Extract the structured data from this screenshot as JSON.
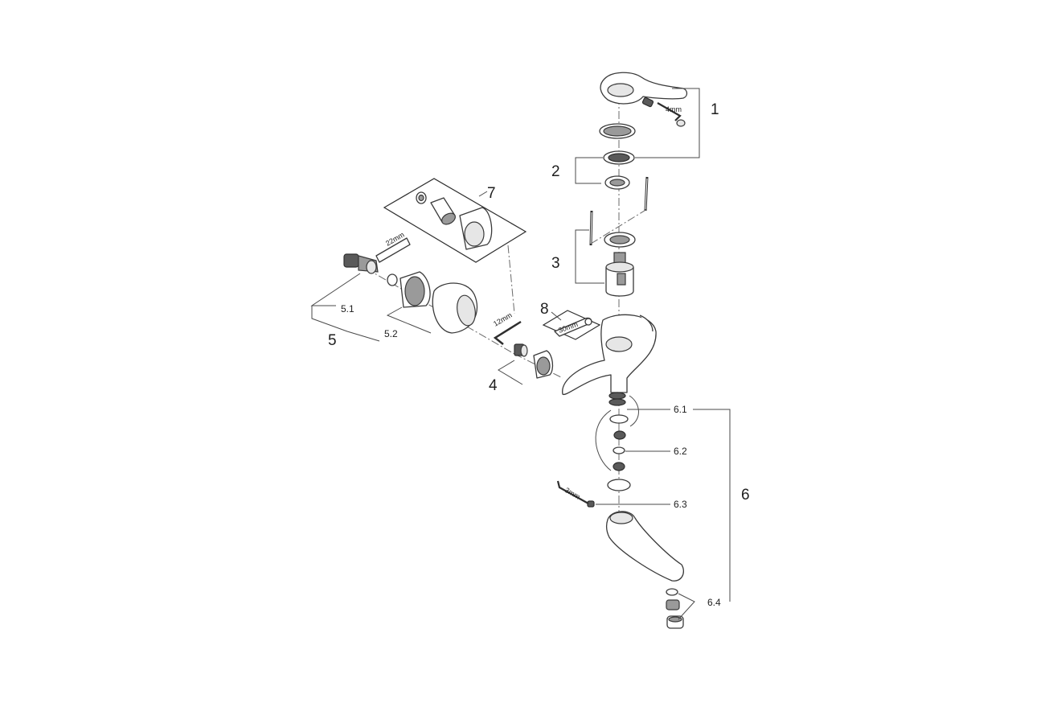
{
  "callouts": {
    "c1": "1",
    "c2": "2",
    "c3": "3",
    "c4": "4",
    "c5": "5",
    "c51": "5.1",
    "c52": "5.2",
    "c6": "6",
    "c61": "6.1",
    "c62": "6.2",
    "c63": "6.3",
    "c64": "6.4",
    "c7": "7",
    "c8": "8"
  },
  "tool_sizes": {
    "hex_key_handle": "4mm",
    "hex_key_spout": "3mm",
    "hex_key_connector": "12mm",
    "wrench_connector": "22mm",
    "wrench_cartridge": "30mm"
  }
}
